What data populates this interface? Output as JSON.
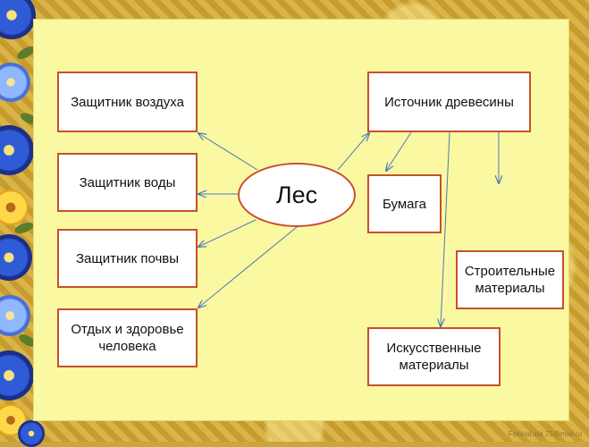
{
  "diagram": {
    "center": "Лес",
    "nodes": {
      "air": "Защитник воздуха",
      "water": "Защитник воды",
      "soil": "Защитник почвы",
      "health": "Отдых и здоровье человека",
      "wood": "Источник древесины",
      "paper": "Бумага",
      "building": "Строительные материалы",
      "artificial": "Искусственные материалы"
    },
    "edges": [
      {
        "from": "Лес",
        "to": "Защитник воздуха"
      },
      {
        "from": "Лес",
        "to": "Защитник воды"
      },
      {
        "from": "Лес",
        "to": "Защитник почвы"
      },
      {
        "from": "Лес",
        "to": "Отдых и здоровье человека"
      },
      {
        "from": "Лес",
        "to": "Источник древесины"
      },
      {
        "from": "Источник древесины",
        "to": "Бумага"
      },
      {
        "from": "Источник древесины",
        "to": "Строительные материалы"
      },
      {
        "from": "Источник древесины",
        "to": "Искусственные материалы"
      }
    ]
  },
  "colors": {
    "box_border": "#c5502d",
    "arrow": "#4a7ab5",
    "panel": "#fbf8a2"
  },
  "watermark": "FokinaLida.75@mail.ru"
}
